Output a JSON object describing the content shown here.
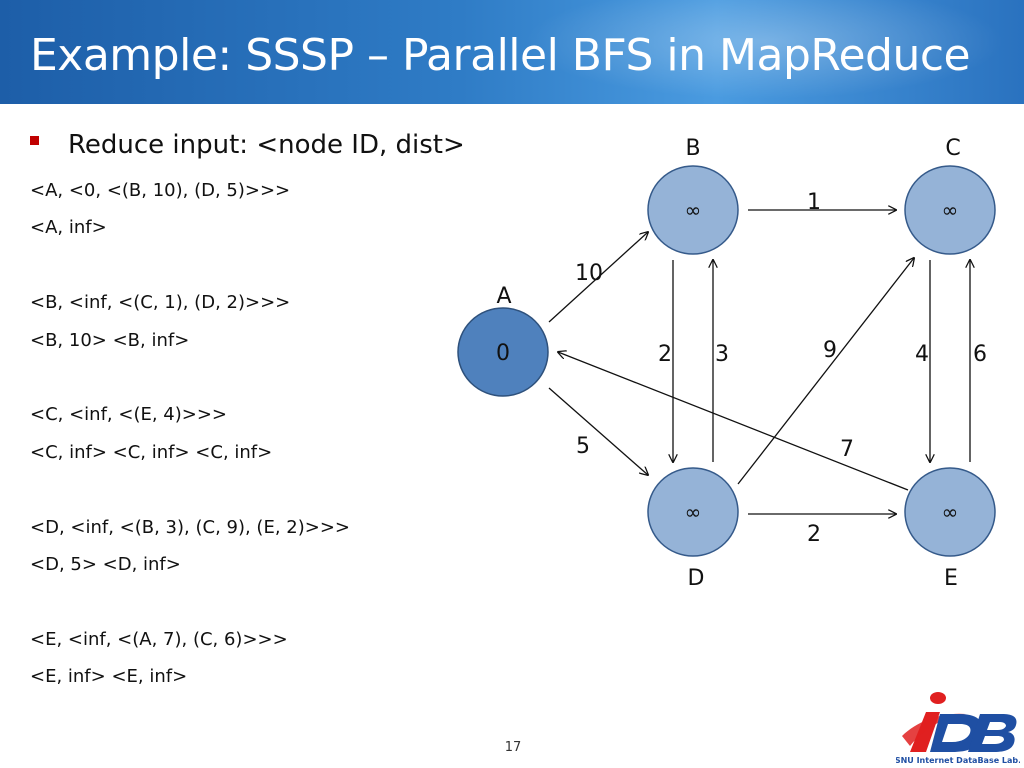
{
  "slide": {
    "title": "Example: SSSP – Parallel BFS in MapReduce",
    "bullet": "Reduce input: <node ID, dist>",
    "lines": [
      "<A, <0, <(B, 10), (D, 5)>>>",
      "<A, inf>",
      "",
      "<B, <inf, <(C, 1), (D, 2)>>>",
      "<B, 10> <B, inf>",
      "",
      "<C, <inf, <(E, 4)>>>",
      "<C, inf> <C, inf> <C, inf>",
      "",
      "<D, <inf, <(B, 3), (C, 9), (E, 2)>>>",
      "<D, 5> <D, inf>",
      "",
      "<E, <inf, <(A, 7), (C, 6)>>>",
      "<E, inf> <E, inf>"
    ],
    "page_number": "17"
  },
  "graph": {
    "nodes": [
      {
        "id": "A",
        "label": "A",
        "value": "0"
      },
      {
        "id": "B",
        "label": "B",
        "value": "∞"
      },
      {
        "id": "C",
        "label": "C",
        "value": "∞"
      },
      {
        "id": "D",
        "label": "D",
        "value": "∞"
      },
      {
        "id": "E",
        "label": "E",
        "value": "∞"
      }
    ],
    "edges": [
      {
        "from": "A",
        "to": "B",
        "weight": "10"
      },
      {
        "from": "A",
        "to": "D",
        "weight": "5"
      },
      {
        "from": "B",
        "to": "C",
        "weight": "1"
      },
      {
        "from": "B",
        "to": "D",
        "weight": "2"
      },
      {
        "from": "D",
        "to": "B",
        "weight": "3"
      },
      {
        "from": "D",
        "to": "C",
        "weight": "9"
      },
      {
        "from": "D",
        "to": "E",
        "weight": "2"
      },
      {
        "from": "C",
        "to": "E",
        "weight": "4"
      },
      {
        "from": "E",
        "to": "C",
        "weight": "6"
      },
      {
        "from": "E",
        "to": "A",
        "weight": "7"
      }
    ]
  },
  "logo": {
    "mark": "iDB",
    "caption": "SNU Internet DataBase Lab.",
    "colors": {
      "i": "#e02020",
      "db": "#1f4fa3"
    }
  },
  "colors": {
    "title_bar": "#2a72bf",
    "bullet": "#c00000",
    "node_fill": "#95b3d7",
    "source_node_fill": "#4f81bd"
  }
}
